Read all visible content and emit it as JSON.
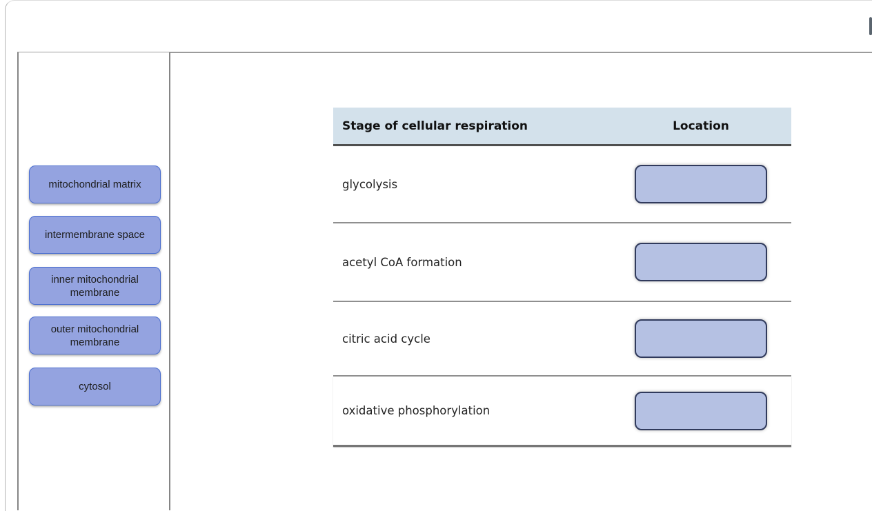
{
  "colors": {
    "token_fill": "#94a3e0",
    "token_border": "#4a6ed0",
    "slot_fill": "#b5c1e3",
    "slot_border": "#303a5c",
    "table_header_bg": "#d3e1eb",
    "divider_gray": "#8f8f8f",
    "frame_gray": "#b4b4b4",
    "scrollbar_gray": "#5a646e"
  },
  "word_bank": {
    "items": [
      "mitochondrial matrix",
      "intermembrane space",
      "inner mitochondrial membrane",
      "outer mitochondrial membrane",
      "cytosol"
    ]
  },
  "table": {
    "header": {
      "stage": "Stage of cellular respiration",
      "location": "Location"
    },
    "rows": [
      {
        "stage": "glycolysis",
        "location": ""
      },
      {
        "stage": "acetyl CoA formation",
        "location": ""
      },
      {
        "stage": "citric acid cycle",
        "location": ""
      },
      {
        "stage": "oxidative phosphorylation",
        "location": ""
      }
    ]
  }
}
